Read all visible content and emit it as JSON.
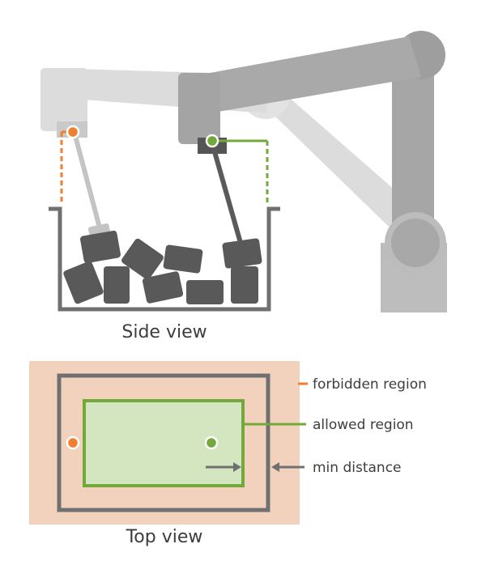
{
  "captions": {
    "side_view": "Side view",
    "top_view": "Top view"
  },
  "legend": {
    "forbidden": "forbidden region",
    "allowed": "allowed region",
    "min_distance": "min distance"
  },
  "colors": {
    "forbidden_orange": "#f07f2f",
    "allowed_green": "#73a93a",
    "forbidden_fill": "#f2d2bd",
    "allowed_fill": "#d4e6c0",
    "bin_gray": "#707070",
    "arm_light": "#d9d9d9",
    "arm_mid": "#bdbdbd",
    "arm_dark": "#9e9e9e",
    "block_gray": "#595959"
  }
}
